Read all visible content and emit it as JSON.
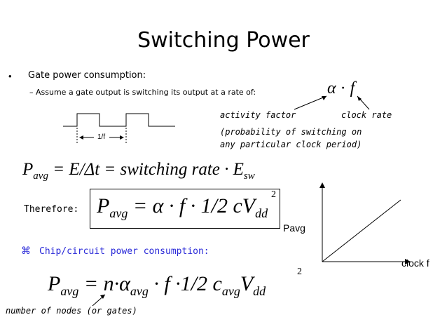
{
  "slide": {
    "title": "Switching Power",
    "bullet_1": "Gate power consumption:",
    "sub_bullet_1": "Assume a gate output is switching its output at a rate of:",
    "alpha_f": {
      "alpha": "α",
      "dot": "·",
      "f": "f"
    },
    "labels": {
      "activity_factor": "activity factor",
      "clock_rate": "clock rate",
      "probability_line1": "(probability of switching on",
      "probability_line2": "any particular clock period)",
      "period": "1/f"
    },
    "eq1": {
      "P": "P",
      "P_sub": "avg",
      "body": "= E/Δt = switching  rate · E",
      "E_sub": "sw"
    },
    "therefore_label": "Therefore:",
    "eq2": {
      "P": "P",
      "P_sub": "avg",
      "body": "= α · f · 1/2 cV",
      "V_sub": "dd",
      "V_sup": "2"
    },
    "graph": {
      "ylabel": "Pavg",
      "xlabel": "clock f"
    },
    "bullet_2_marker": "⌘",
    "bullet_2": "Chip/circuit power consumption:",
    "eq3": {
      "P": "P",
      "P_sub": "avg",
      "part1": "= n·α",
      "alpha_sub": "avg",
      "part2": "· f ·1/2 c",
      "c_sub": "avg",
      "V": "V",
      "V_sub": "dd",
      "V_sup": "2"
    },
    "nodes_label": "number of nodes (or gates)",
    "colors": {
      "blue_bullet": "#2a2ad8",
      "text": "#000000"
    }
  }
}
